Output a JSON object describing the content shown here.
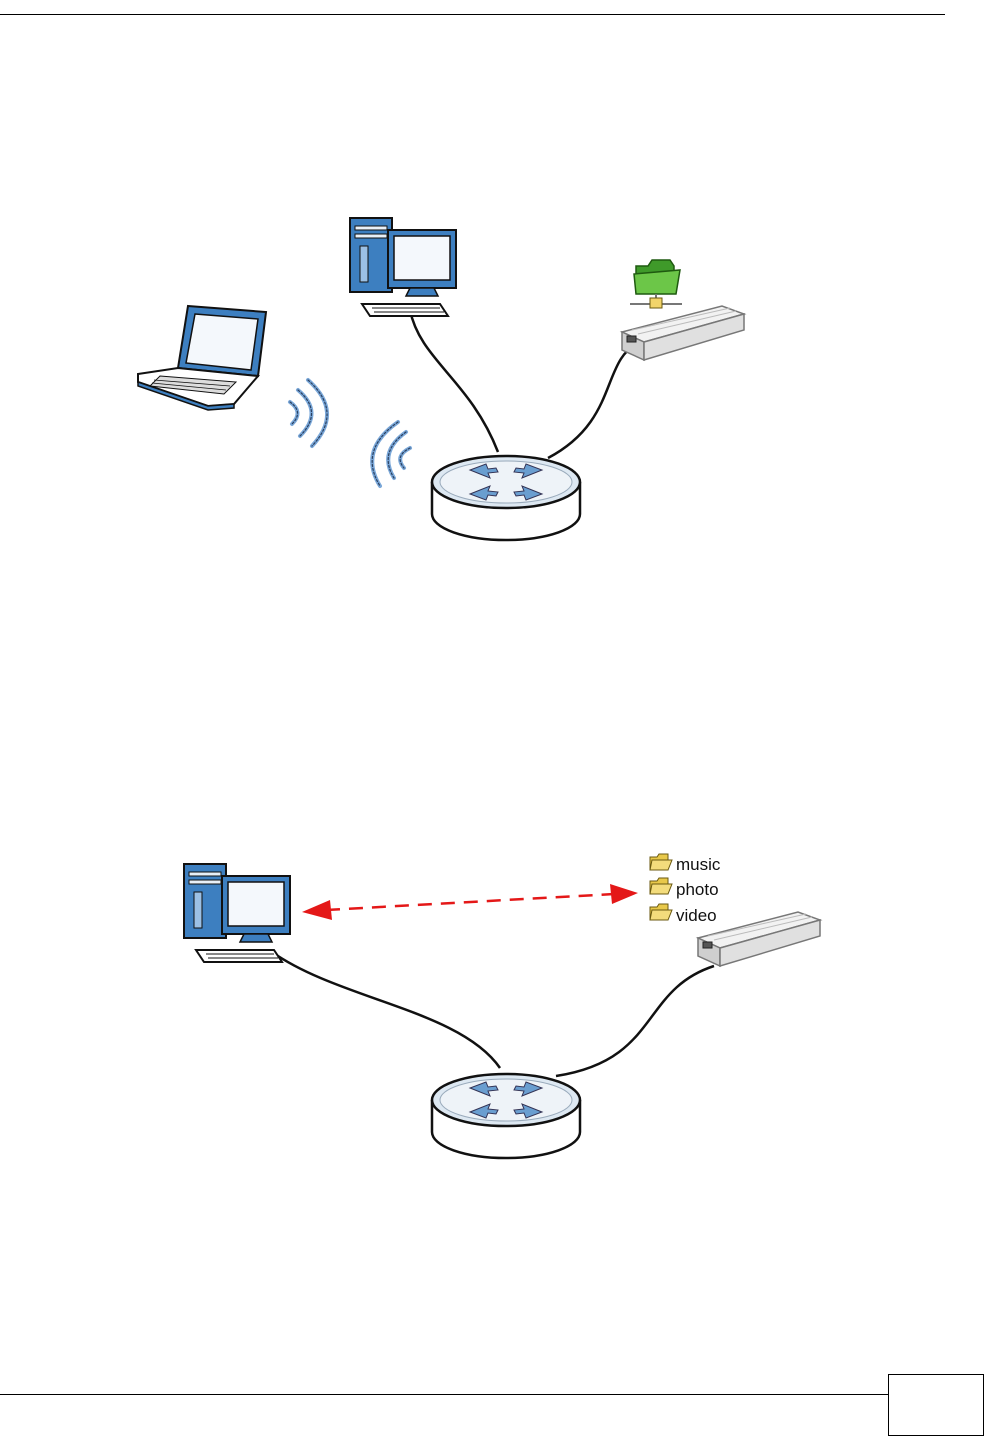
{
  "figure_2": {
    "folders": [
      {
        "name": "music"
      },
      {
        "name": "photo"
      },
      {
        "name": "video"
      }
    ]
  },
  "colors": {
    "router_arrow": "#6a9ed0",
    "access_arrow": "#e41818",
    "monitor_blue": "#3d7fc0",
    "folder_green": "#5cb83a",
    "folder_yellow": "#e8c84a"
  },
  "icons": [
    "laptop-icon",
    "desktop-computer-icon",
    "router-icon",
    "nas-drive-icon",
    "shared-folder-icon",
    "wireless-signal-icon",
    "folder-icon"
  ]
}
